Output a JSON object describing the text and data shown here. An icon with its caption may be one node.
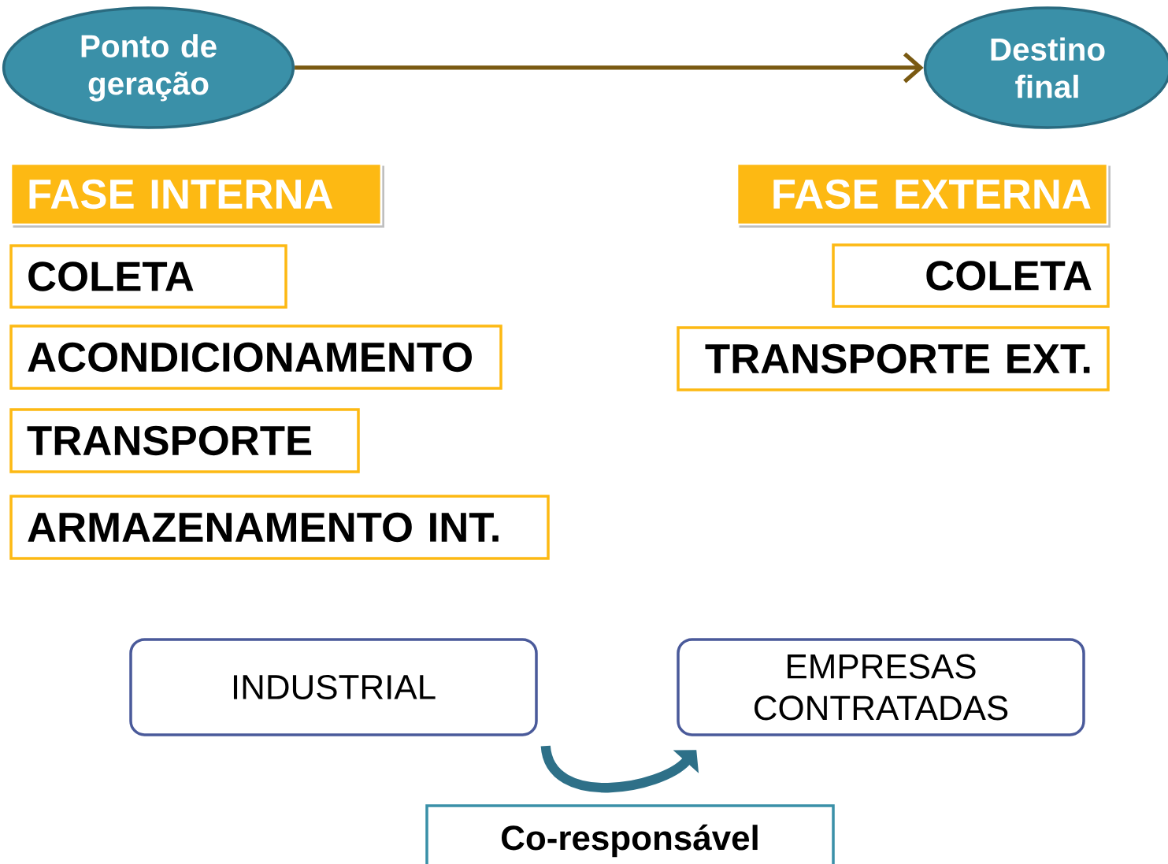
{
  "diagram": {
    "nodes": [
      {
        "text": [
          "Ponto de geração"
        ]
      },
      {
        "text": [
          "Destino final"
        ]
      },
      {
        "text": [
          "FASE INTERNA"
        ]
      },
      {
        "text": [
          "COLETA"
        ]
      },
      {
        "text": [
          "ACONDICIONAMENTO"
        ]
      },
      {
        "text": [
          "TRANSPORTE"
        ]
      },
      {
        "text": [
          "ARMAZENAMENTO INT."
        ]
      },
      {
        "text": [
          "FASE EXTERNA"
        ]
      },
      {
        "text": [
          "COLETA"
        ]
      },
      {
        "text": [
          "TRANSPORTE EXT."
        ]
      },
      {
        "text": [
          "INDUSTRIAL"
        ]
      },
      {
        "text": [
          "EMPRESAS CONTRATADAS"
        ]
      },
      {
        "text": [
          "Co-responsável"
        ]
      }
    ],
    "edges": [
      {
        "from": 0,
        "to": 1,
        "arrow": "to",
        "color": "#7a5a12"
      },
      {
        "from": 10,
        "to": 11,
        "arrow": "to",
        "style": "thick",
        "color": "#2e7088"
      }
    ]
  }
}
